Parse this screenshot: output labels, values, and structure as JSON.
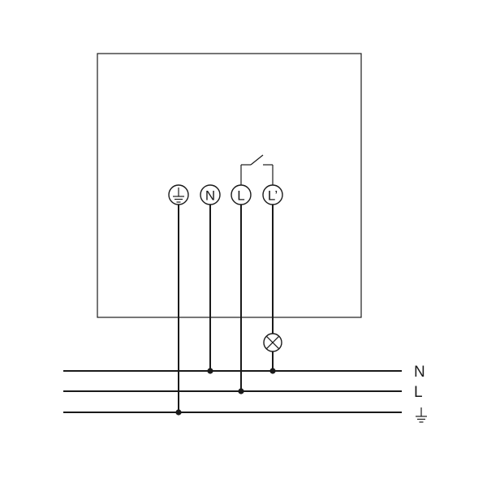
{
  "terminals": {
    "earth": "",
    "neutral": "N",
    "live": "L",
    "switched_live": "L’"
  },
  "rails": {
    "neutral": "N",
    "live": "L",
    "earth": ""
  },
  "colors": {
    "line": "#1a1a1a",
    "background": "#ffffff"
  }
}
